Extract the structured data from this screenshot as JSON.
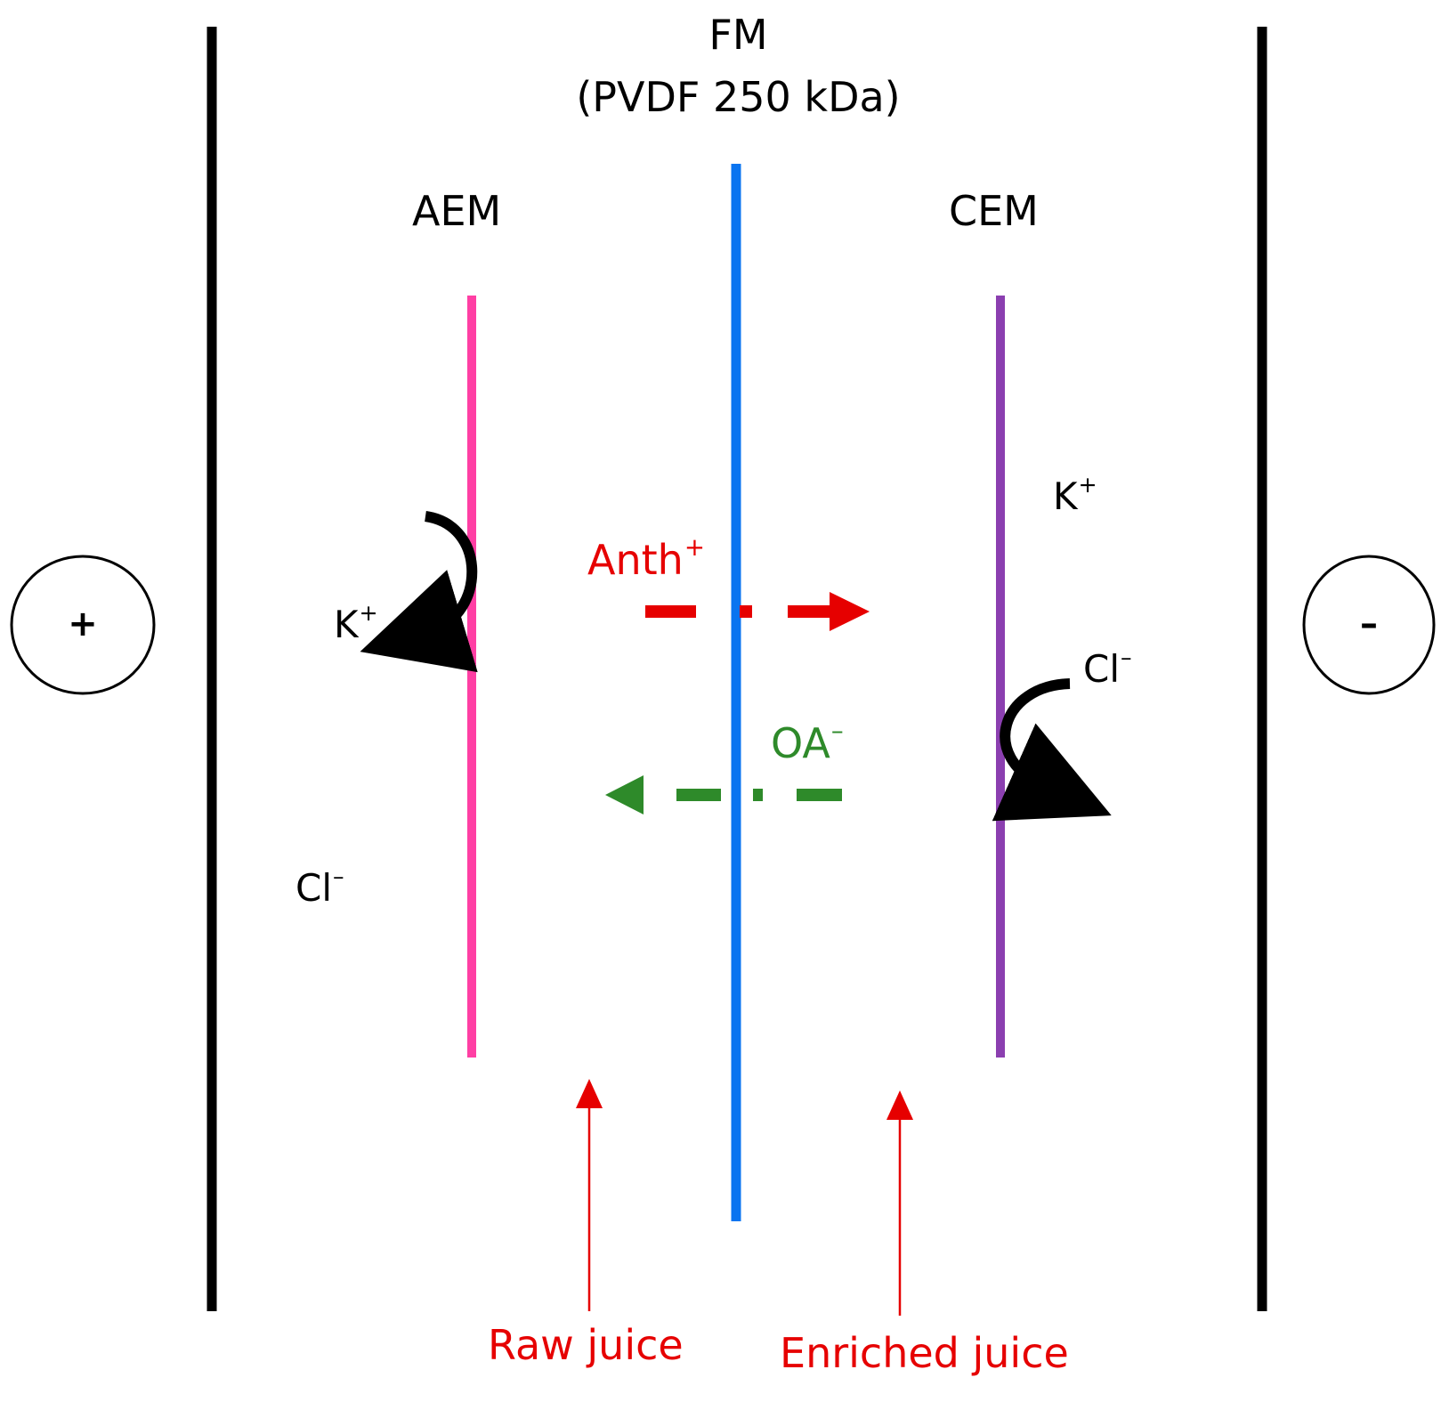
{
  "title": {
    "line1": "FM",
    "line2": "(PVDF 250 kDa)"
  },
  "membranes": {
    "aem": "AEM",
    "cem": "CEM",
    "fm": "FM"
  },
  "electrodes": {
    "anode_symbol": "+",
    "cathode_symbol": "–"
  },
  "ions": {
    "k_left": {
      "base": "K",
      "sup": "+"
    },
    "cl_left": {
      "base": "Cl",
      "sup": "–"
    },
    "k_right": {
      "base": "K",
      "sup": "+"
    },
    "cl_right": {
      "base": "Cl",
      "sup": "–"
    },
    "anth": {
      "base": "Anth",
      "sup": "+"
    },
    "oa": {
      "base": "OA",
      "sup": "–"
    }
  },
  "flows": {
    "raw": "Raw juice",
    "enriched": "Enriched juice"
  },
  "colors": {
    "aem": "#ff3fa4",
    "fm": "#0a74f0",
    "cem": "#8b3fb0",
    "anth": "#e60000",
    "oa": "#2e8a2a",
    "flow": "#e60000",
    "electrode": "#000000"
  }
}
